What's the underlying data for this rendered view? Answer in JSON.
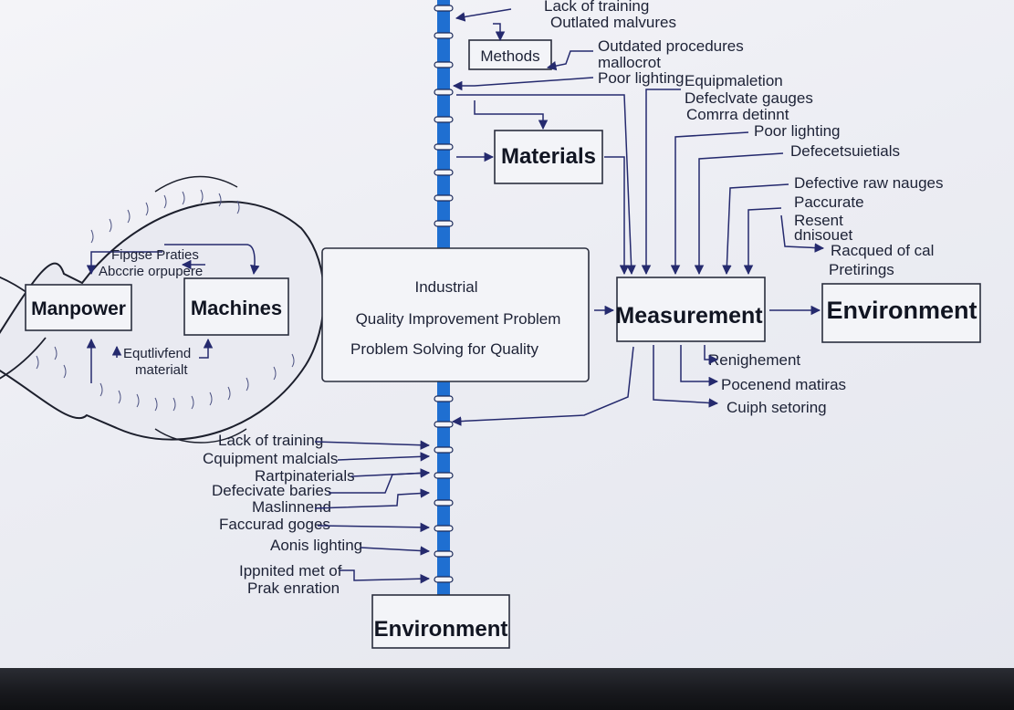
{
  "fish": {
    "manpower": "Manpower",
    "machines": "Machines",
    "upper_note_line1": "Fipgse Praties",
    "upper_note_line2": "Abccrie orpupere",
    "lower_note_line1": "Equtlivfend",
    "lower_note_line2": "materialt"
  },
  "center_box": {
    "line1": "Industrial",
    "line2": "Quality Improvement Problem",
    "line3": "Problem Solving for Quality"
  },
  "methods": {
    "label": "Methods",
    "top_cause_1": "Lack of training",
    "top_cause_2": "Outlated malvures",
    "cause_1": "Outdated procedures",
    "cause_2": "mallocrot",
    "cause_3": "Poor lighting"
  },
  "materials": {
    "label": "Materials"
  },
  "measurement": {
    "label": "Measurement",
    "top_causes": [
      "Equipmaletion",
      "Defeclvate gauges",
      "Comrra detinnt",
      "Poor lighting",
      "Defecetsuietials",
      "Defective raw nauges",
      "Paccurate",
      "Resent",
      "dnisouet",
      "Racqued of cal",
      "Pretirings"
    ],
    "bottom_causes": [
      "Renighement",
      "Pocenend matiras",
      "Cuiph setoring"
    ]
  },
  "environment_right": {
    "label": "Environment"
  },
  "environment_bottom": {
    "label": "Environment"
  },
  "spine_causes": [
    "Lack of training",
    "Cquipment malcials",
    "Rartpinaterials",
    "Defecivate baries",
    "Maslinnend",
    "Faccurad goges",
    "Aonis lighting",
    "Ippnited met of",
    "Prak enration"
  ],
  "colors": {
    "spine": "#1f6fd1",
    "arrow": "#252a6e",
    "ink": "#1d2236",
    "box_border": "#2a2e3e"
  }
}
